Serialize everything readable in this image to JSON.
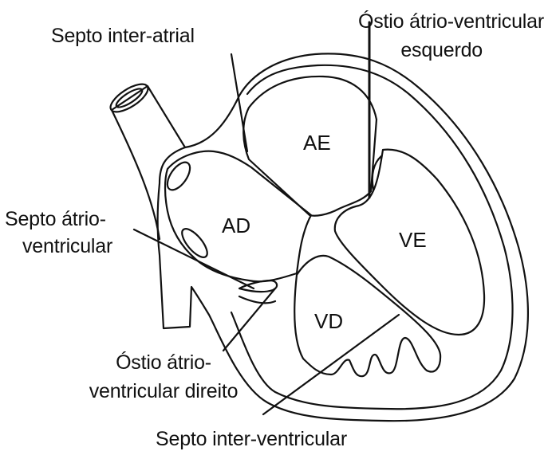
{
  "labels": {
    "septo_inter_atrial": "Septo inter-atrial",
    "ostio_av_esquerdo_l1": "Óstio átrio-ventricular",
    "ostio_av_esquerdo_l2": "esquerdo",
    "septo_av_l1": "Septo átrio-",
    "septo_av_l2": "ventricular",
    "ostio_av_direito_l1": "Óstio átrio-",
    "ostio_av_direito_l2": "ventricular direito",
    "septo_inter_ventricular": "Septo inter-ventricular"
  },
  "chambers": {
    "ae": "AE",
    "ad": "AD",
    "ve": "VE",
    "vd": "VD"
  },
  "colors": {
    "line": "#111111",
    "background": "#ffffff"
  }
}
